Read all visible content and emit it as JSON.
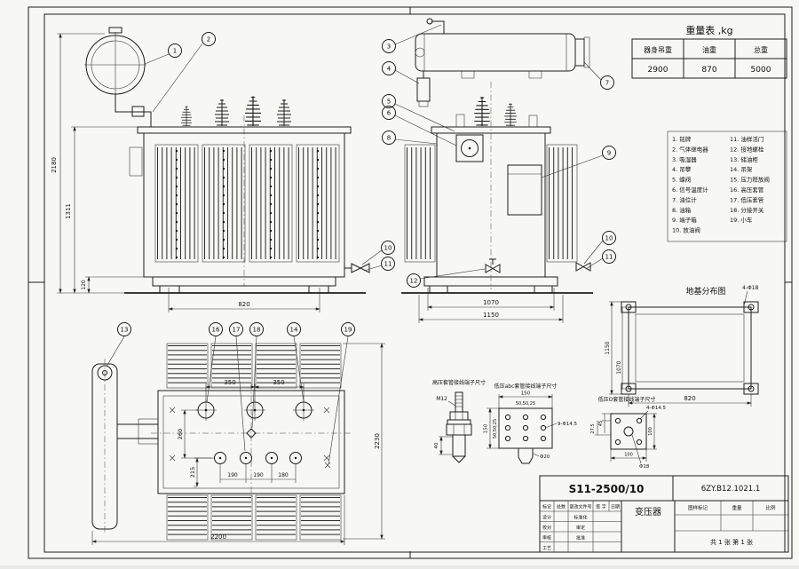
{
  "drawing": {
    "weight_table": {
      "title": "重量表 ,kg",
      "headers": [
        "器身吊重",
        "油重",
        "总重"
      ],
      "values": [
        "2900",
        "870",
        "5000"
      ]
    },
    "parts_list": {
      "left": [
        "1. 铭牌",
        "2. 气体继电器",
        "3. 吸湿器",
        "4. 吊攀",
        "5. 蝶阀",
        "6. 信号温度计",
        "7. 油位计",
        "8. 油箱",
        "9. 端子箱",
        "10. 放油阀"
      ],
      "right": [
        "11. 油样活门",
        "12. 接地螺栓",
        "13. 储油柜",
        "14. 吊架",
        "15. 压力释放阀",
        "16. 高压套管",
        "17. 低压套管",
        "18. 分接开关",
        "19. 小车"
      ]
    },
    "foundation": {
      "title": "地基分布图",
      "holes_label": "4-Φ18",
      "dim_outer": "1150",
      "dim_inner": "1070",
      "dim_width": "820"
    },
    "dims": {
      "front_total": "2180",
      "front_tank": "1311",
      "front_base": "120",
      "front_span": "820",
      "side_inner": "1070",
      "side_outer": "1150",
      "plan_s1": "350",
      "plan_s2": "350",
      "plan_260": "260",
      "plan_215": "215",
      "plan_g1": "190",
      "plan_g2": "190",
      "plan_g3": "180",
      "plan_depth": "2230",
      "plan_width": "2200"
    },
    "callouts": [
      "1",
      "2",
      "3",
      "4",
      "5",
      "6",
      "7",
      "8",
      "9",
      "10",
      "11",
      "12",
      "10",
      "11",
      "13",
      "16",
      "17",
      "18",
      "14",
      "19"
    ],
    "details": {
      "hv": {
        "title": "高压套管接线端子尺寸",
        "thread": "M12",
        "dim_40": "40"
      },
      "lv_abc": {
        "title": "低压abc套管接线端子尺寸",
        "dim_150_top": "150",
        "sub_top": "50,50,25",
        "holes": "9-Φ14.5",
        "dim_150_left": "150",
        "sub_left": "50,50,25",
        "dia": "Φ20"
      },
      "lv_o": {
        "title": "低压O套管接线端子尺寸",
        "holes": "4-Φ14.5",
        "dim_45": "45",
        "dim_27_5": "27.5",
        "dim_100_r": "100",
        "dim_100_b": "100",
        "dia": "Φ18"
      }
    },
    "title_block": {
      "model": "S11-2500/10",
      "code": "6ZY.B12.1021.1",
      "product": "变压器",
      "rev_headers": [
        "标记",
        "处数",
        "更改文件号",
        "签 字",
        "日期"
      ],
      "roles_left": [
        "设计",
        "校对",
        "审核",
        "工艺"
      ],
      "roles_right": [
        "标准化",
        "审定",
        "批准"
      ],
      "stamp_headers": [
        "图样标记",
        "重量",
        "比例"
      ],
      "sheet": "共 1 张  第 1 张"
    }
  }
}
